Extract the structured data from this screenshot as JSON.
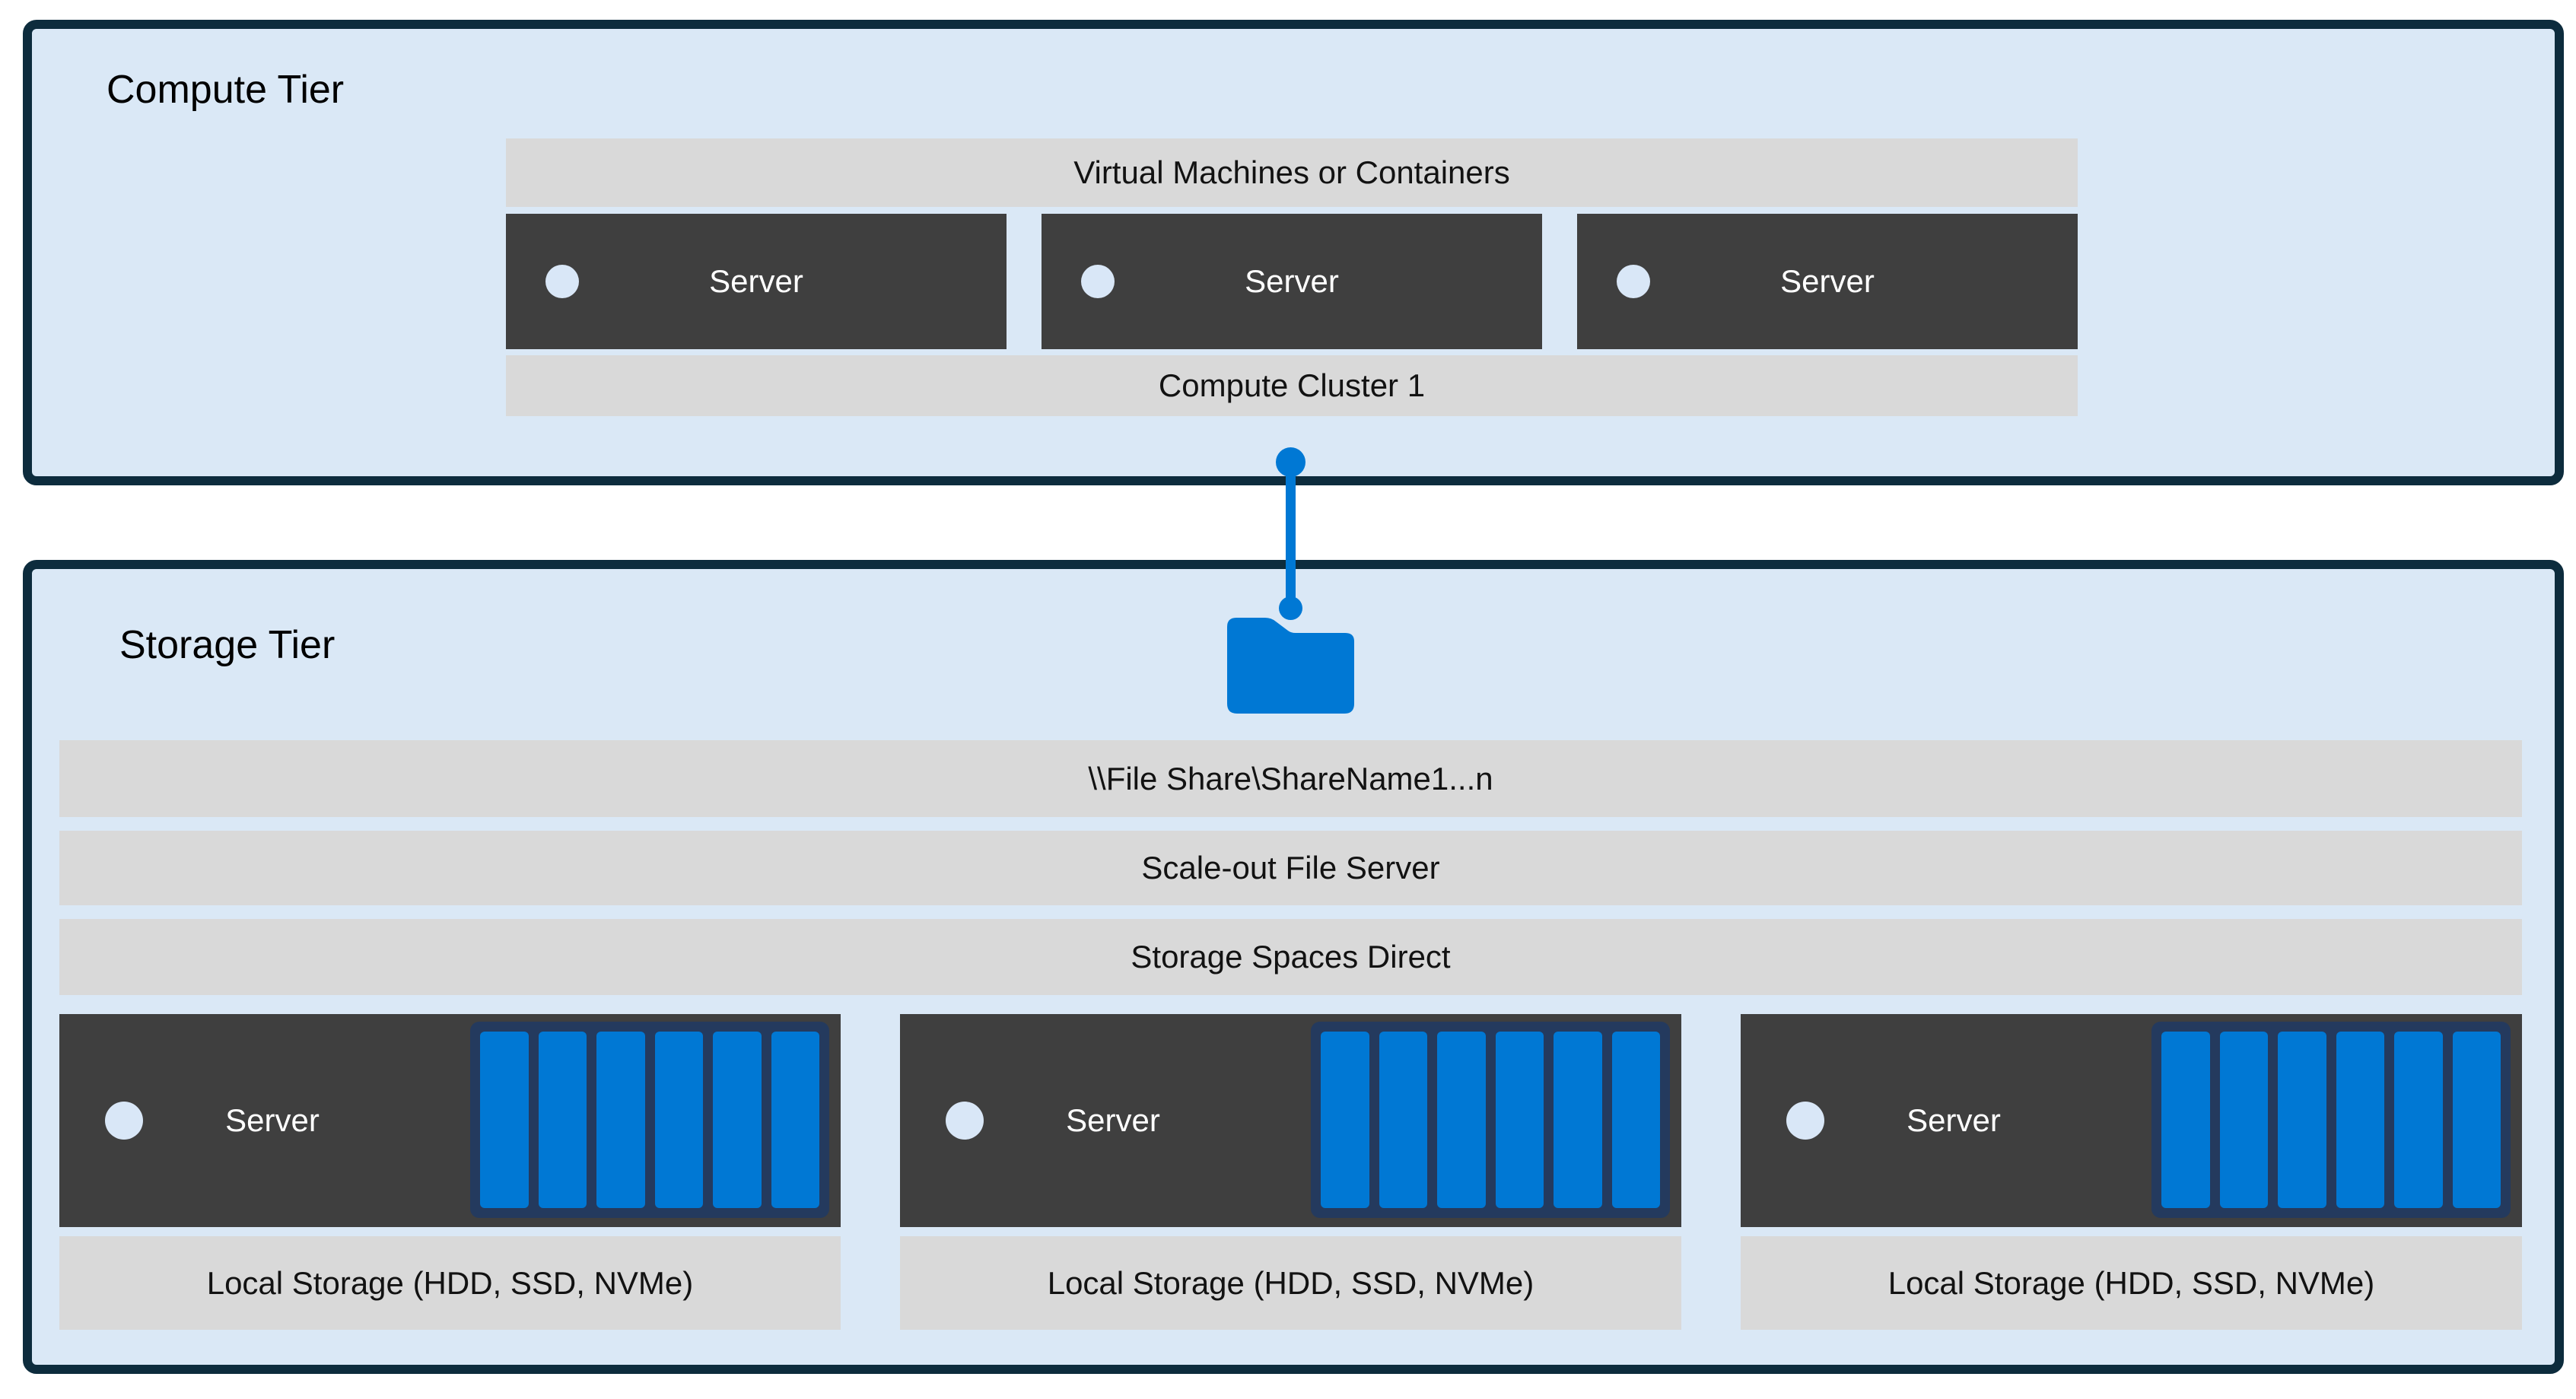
{
  "compute_tier": {
    "title": "Compute Tier",
    "vm_bar_label": "Virtual Machines or Containers",
    "cluster_bar_label": "Compute Cluster 1",
    "servers": [
      {
        "label": "Server"
      },
      {
        "label": "Server"
      },
      {
        "label": "Server"
      }
    ]
  },
  "connector": {
    "meaning": "compute-cluster-to-file-share-link",
    "color": "#0078d4"
  },
  "storage_tier": {
    "title": "Storage Tier",
    "file_share_bar_label": "\\\\File Share\\ShareName1...n",
    "scale_out_bar_label": "Scale-out File Server",
    "s2d_bar_label": "Storage Spaces Direct",
    "nodes": [
      {
        "server_label": "Server",
        "disk_count": 6,
        "local_storage_label": "Local Storage (HDD, SSD, NVMe)"
      },
      {
        "server_label": "Server",
        "disk_count": 6,
        "local_storage_label": "Local Storage (HDD, SSD, NVMe)"
      },
      {
        "server_label": "Server",
        "disk_count": 6,
        "local_storage_label": "Local Storage (HDD, SSD, NVMe)"
      }
    ]
  },
  "icons": {
    "folder": "folder-icon",
    "server_led": "led-dot-icon",
    "disk": "disk-slot"
  },
  "colors": {
    "tier_fill": "#dae8f6",
    "tier_border": "#0d2c3d",
    "bar_gray": "#d9d9d9",
    "server_dark": "#3f3f3f",
    "accent_blue": "#0078d4",
    "disk_border_navy": "#243a5e",
    "led_light": "#d9e7f7",
    "text_dark": "#121212",
    "text_light": "#ffffff"
  }
}
